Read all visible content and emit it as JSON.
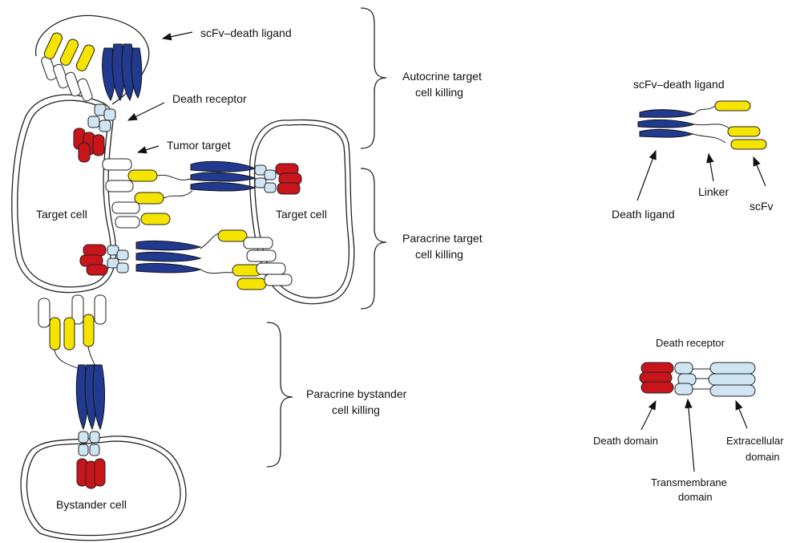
{
  "labels": {
    "scfv_death_ligand_left": "scFv–death ligand",
    "death_receptor_left": "Death receptor",
    "tumor_target": "Tumor target",
    "target_cell_left": "Target cell",
    "target_cell_right": "Target cell",
    "bystander_cell": "Bystander cell",
    "autocrine_1": "Autocrine target",
    "autocrine_2": "cell killing",
    "paracrine_target_1": "Paracrine target",
    "paracrine_target_2": "cell killing",
    "paracrine_bystander_1": "Paracrine bystander",
    "paracrine_bystander_2": "cell killing"
  },
  "legend": {
    "ligand": {
      "title": "scFv–death ligand",
      "death_ligand": "Death ligand",
      "linker": "Linker",
      "scfv": "scFv"
    },
    "receptor": {
      "title": "Death receptor",
      "death_domain": "Death domain",
      "transmembrane_1": "Transmembrane",
      "transmembrane_2": "domain",
      "extracellular_1": "Extracellular",
      "extracellular_2": "domain"
    }
  },
  "colors": {
    "yellow": "#f5e400",
    "blue": "#213a8f",
    "light_blue": "#cfe5f3",
    "red": "#c8141b",
    "outline": "#222222",
    "membrane": "#ffffff"
  }
}
